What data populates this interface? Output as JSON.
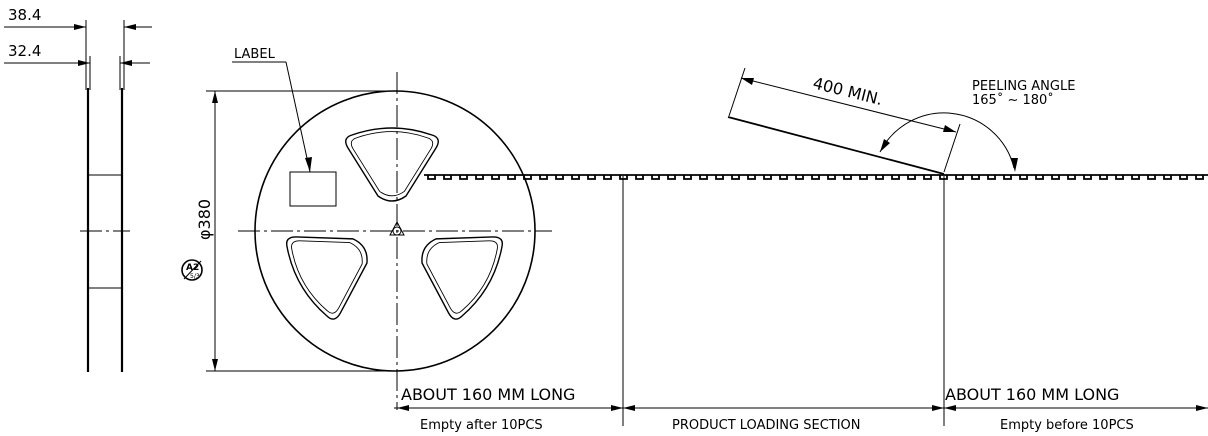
{
  "side_view": {
    "overall_width": "38.4",
    "hub_width": "32.4"
  },
  "reel": {
    "label_callout": "LABEL",
    "diameter": "φ380",
    "revision_tag": "A2",
    "revision_sub": "5/3"
  },
  "peeling": {
    "length": "400 MIN.",
    "angle_title": "PEELING ANGLE",
    "angle_range": "165˚ ~ 180˚"
  },
  "sections": [
    {
      "top": "ABOUT  160  MM  LONG",
      "bottom": "Empty after 10PCS"
    },
    {
      "bottom": "PRODUCT LOADING SECTION"
    },
    {
      "top": "ABOUT  160  MM  LONG",
      "bottom": "Empty before 10PCS"
    }
  ]
}
